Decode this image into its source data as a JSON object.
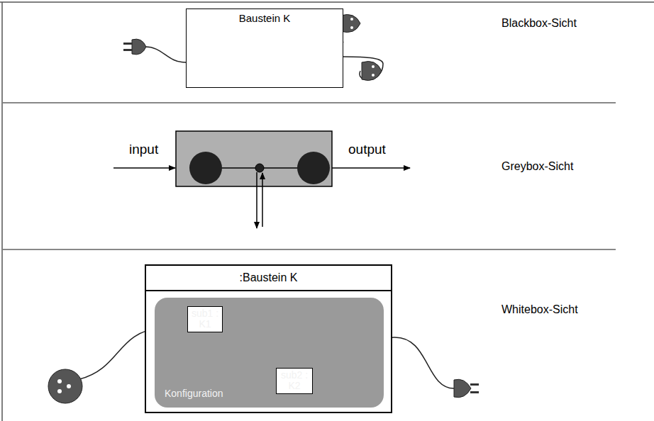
{
  "diagram": {
    "nodes": [
      {
        "text": [
          "Baustein K"
        ]
      },
      {
        "text": [
          ":Baustein K"
        ]
      },
      {
        "text": [
          "Konfiguration"
        ],
        "in": 1
      },
      {
        "text": [
          "sub1 : K1"
        ],
        "in": 2
      },
      {
        "text": [
          "sub2 : K2"
        ],
        "in": 2
      }
    ],
    "edges": [
      {
        "from": 3,
        "to": 4,
        "arrow": "none"
      }
    ],
    "labels": [
      "Blackbox-Sicht",
      "input",
      "output",
      "Greybox-Sicht",
      "Whitebox-Sicht"
    ]
  }
}
